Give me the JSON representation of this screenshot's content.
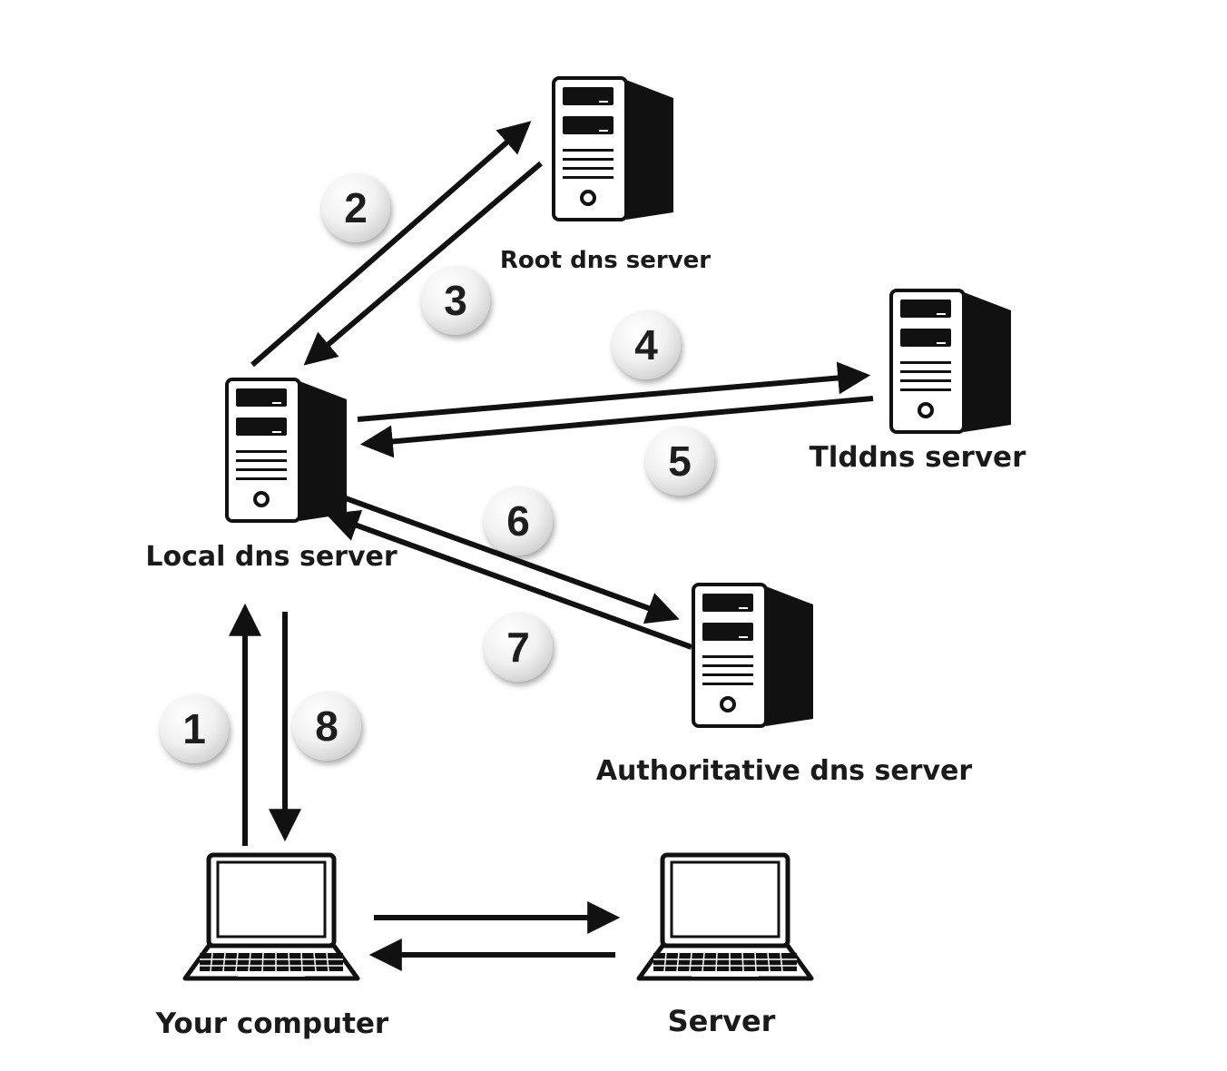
{
  "nodes": {
    "root": {
      "label": "Root dns server"
    },
    "tld": {
      "label": "Tlddns server"
    },
    "local": {
      "label": "Local dns server"
    },
    "authoritative": {
      "label": "Authoritative dns server"
    },
    "computer": {
      "label": "Your computer"
    },
    "server": {
      "label": "Server"
    }
  },
  "steps": [
    "1",
    "2",
    "3",
    "4",
    "5",
    "6",
    "7",
    "8"
  ],
  "colors": {
    "ink": "#111111",
    "badge": "#e6e6e6"
  }
}
